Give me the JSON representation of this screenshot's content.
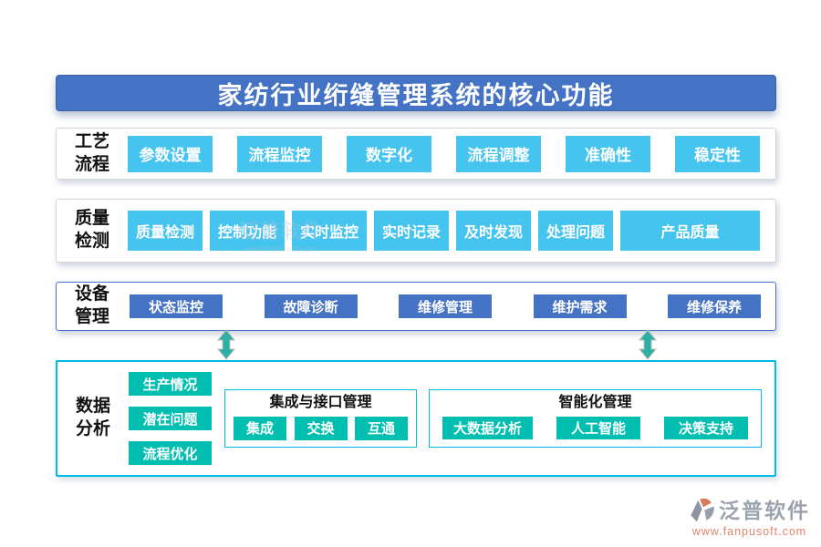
{
  "title": "家纺行业绗缝管理系统的核心功能",
  "rows": {
    "process": {
      "label": [
        "工艺",
        "流程"
      ],
      "items": [
        "参数设置",
        "流程监控",
        "数字化",
        "流程调整",
        "准确性",
        "稳定性"
      ]
    },
    "quality": {
      "label": [
        "质量",
        "检测"
      ],
      "items": [
        "质量检测",
        "控制功能",
        "实时监控",
        "实时记录",
        "及时发现",
        "处理问题",
        "产品质量"
      ]
    },
    "device": {
      "label": [
        "设备",
        "管理"
      ],
      "items": [
        "状态监控",
        "故障诊断",
        "维修管理",
        "维护需求",
        "维修保养"
      ]
    }
  },
  "analysis": {
    "label": [
      "数据",
      "分析"
    ],
    "stack": [
      "生产情况",
      "潜在问题",
      "流程优化"
    ],
    "groups": [
      {
        "title": "集成与接口管理",
        "items": [
          "集成",
          "交换",
          "互通"
        ]
      },
      {
        "title": "智能化管理",
        "items": [
          "大数据分析",
          "人工智能",
          "决策支持"
        ]
      }
    ]
  },
  "icons": {
    "arrows": "up-down-arrow-icon",
    "logo": "fanpu-logo-icon"
  },
  "watermark": {
    "brand": "泛普软件",
    "url": "www.fanpusoft.com"
  },
  "footer": {
    "brand": "泛普软件",
    "url": "www.fanpusoft.com"
  },
  "colors": {
    "title_bar": "#4472C4",
    "sky_chip": "#45C4F0",
    "blue_chip": "#4472C4",
    "teal_chip": "#00BFB1",
    "panel_border_gray": "#D6D6D6",
    "panel_border_blue": "#4472C4",
    "panel_border_cyan": "#00BDE6",
    "arrow_teal": "#2BB0A3",
    "brand_gray": "#9CA3AE",
    "brand_orange": "#E4836B"
  }
}
